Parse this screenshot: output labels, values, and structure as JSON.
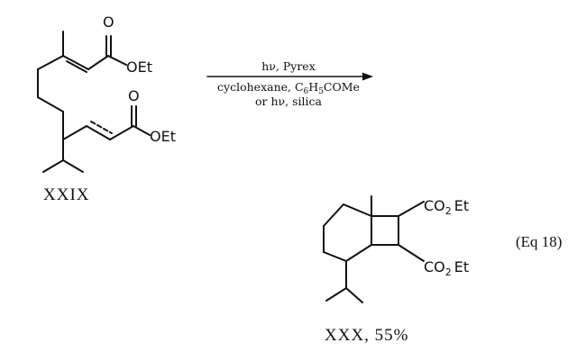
{
  "reactant": {
    "label": "XXIX",
    "ester_top": "OEt",
    "ester_bottom": "OEt",
    "carbonyl_o": "O"
  },
  "conditions": {
    "line1": "hν, Pyrex",
    "line2_prefix": "cyclohexane, C",
    "line2_sub1": "6",
    "line2_mid": "H",
    "line2_sub2": "5",
    "line2_suffix": "COMe",
    "line3": "or hν, silica"
  },
  "product": {
    "label": "XXX, 55%",
    "co2et_prefix": "CO",
    "co2et_sub": "2",
    "co2et_suffix": "Et",
    "equation": "(Eq 18)"
  }
}
